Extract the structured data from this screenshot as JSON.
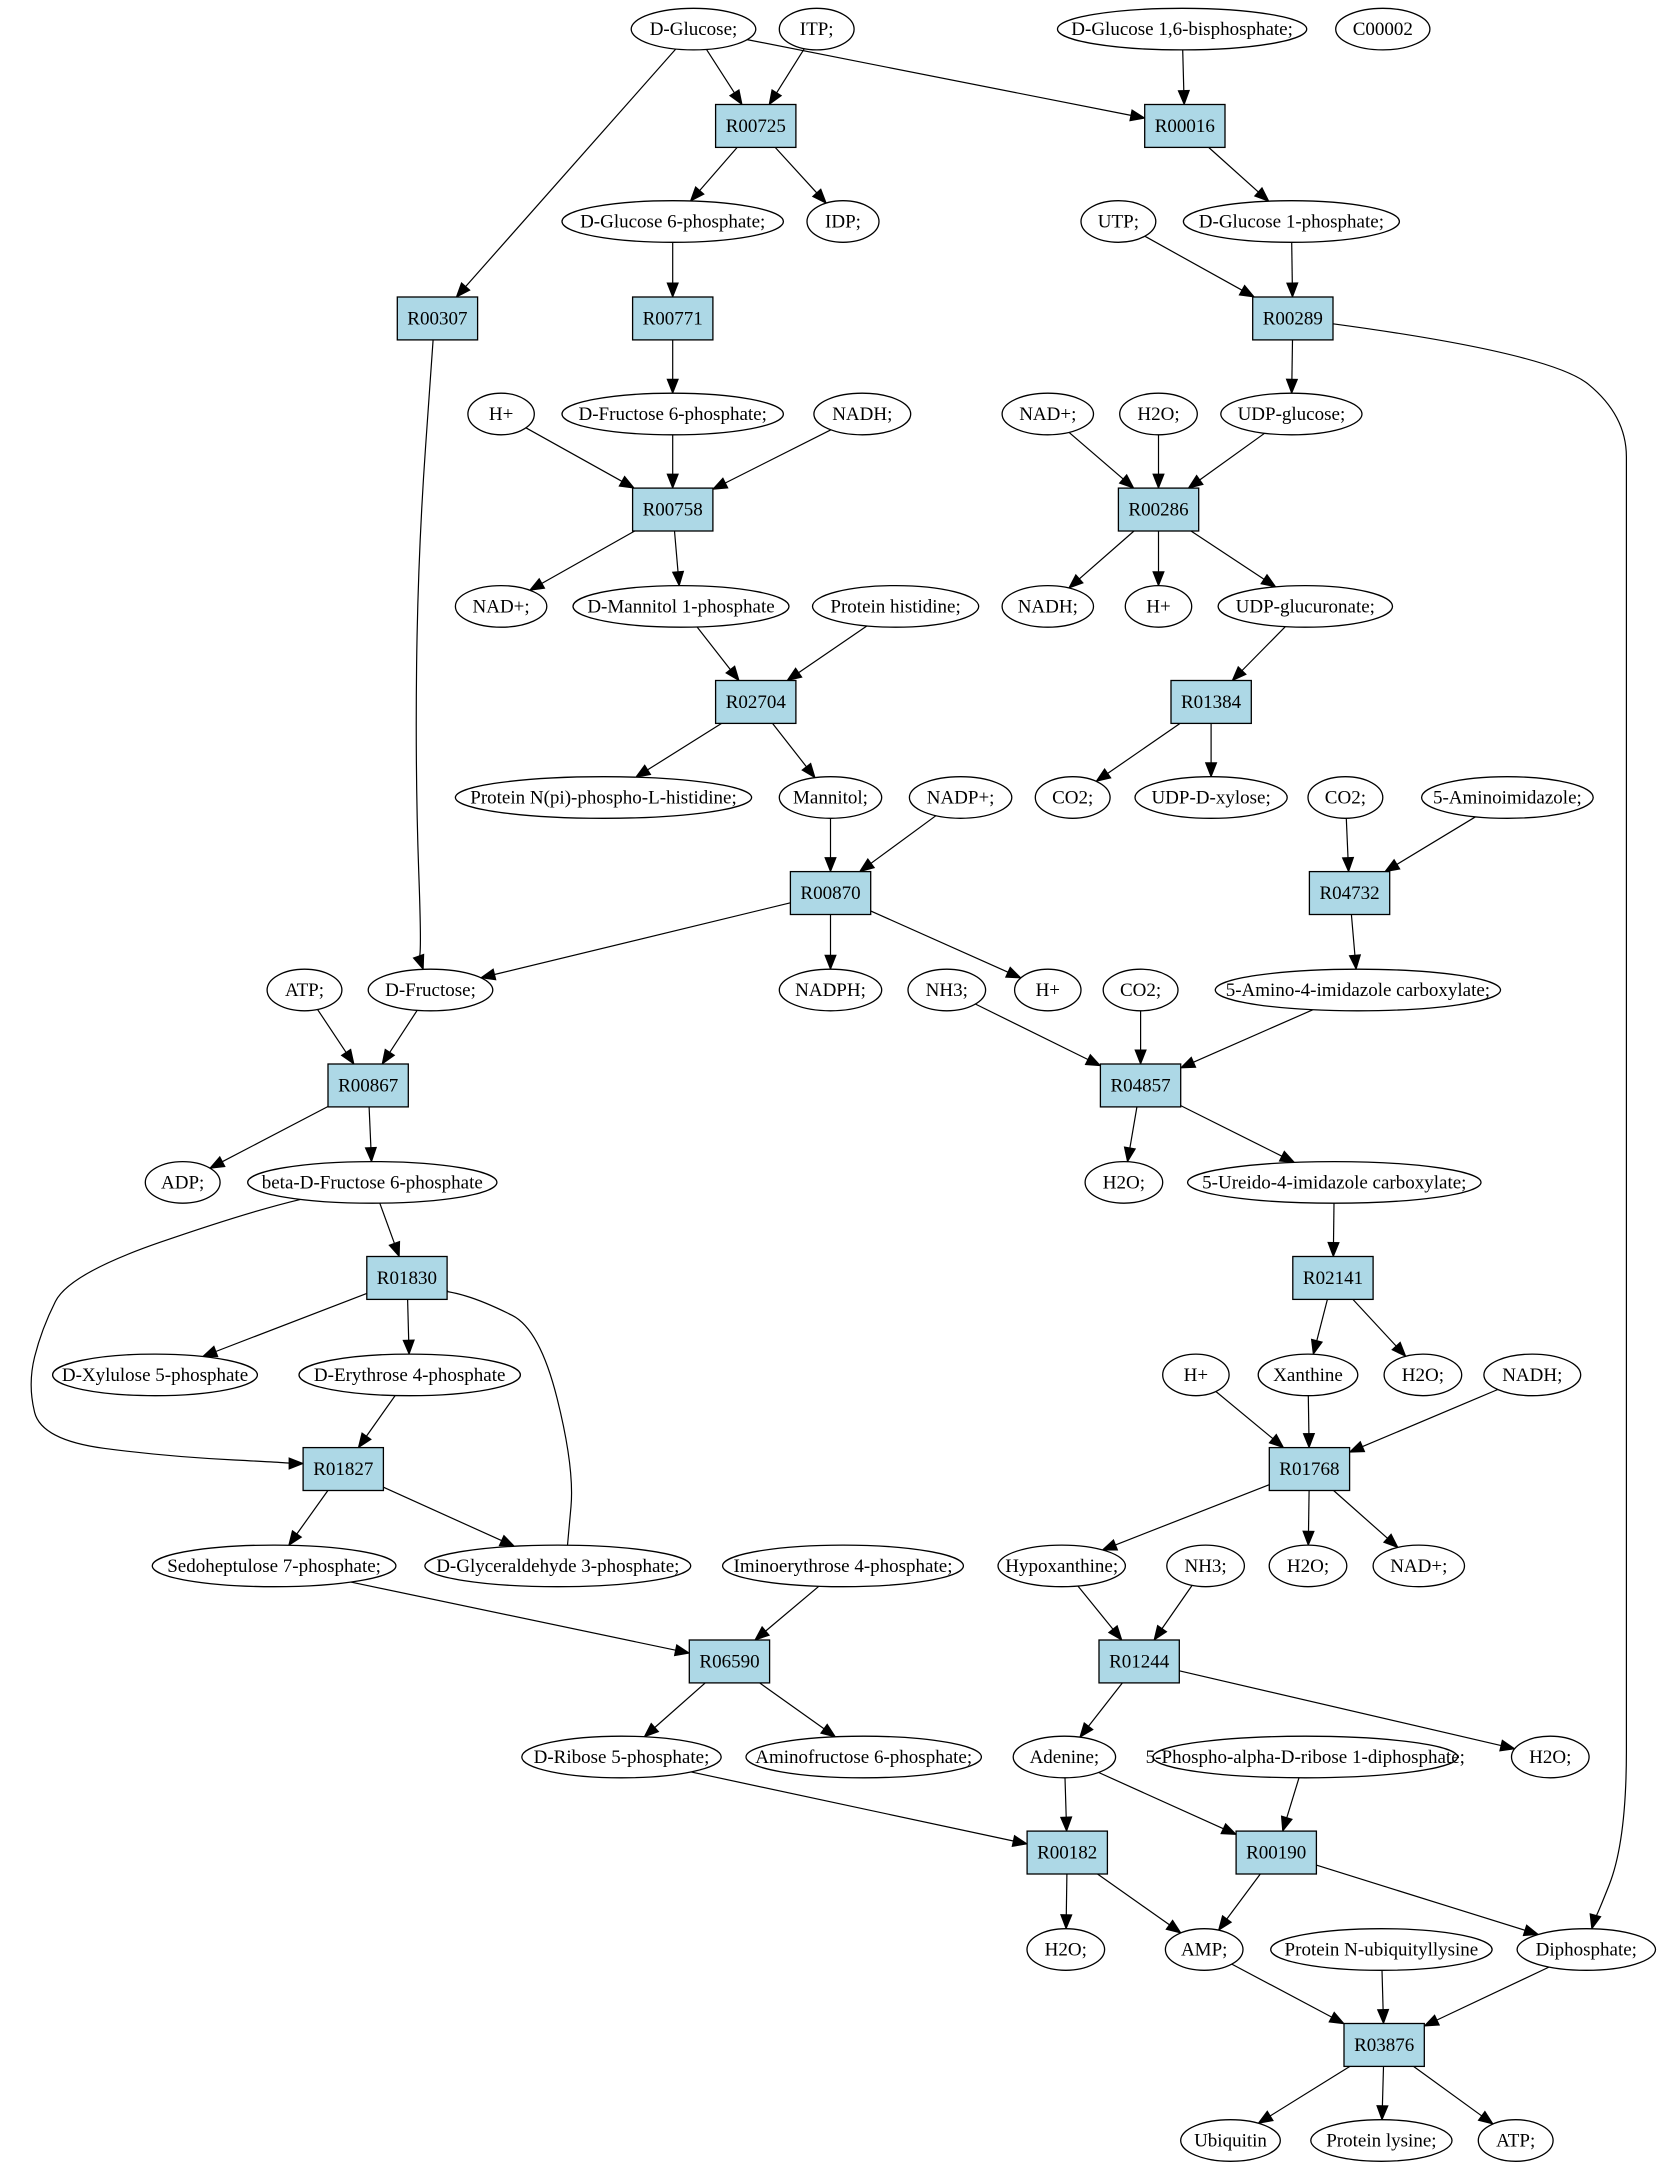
{
  "colors": {
    "reaction_fill": "#add8e6",
    "compound_fill": "#ffffff",
    "start_fill": "#00ee00",
    "target_fill": "#ffff00",
    "stroke": "#000000"
  },
  "nodes": [
    {
      "id": "glc",
      "kind": "compound",
      "label": "D-Glucose;",
      "highlight": "start"
    },
    {
      "id": "itp",
      "kind": "compound",
      "label": "ITP;"
    },
    {
      "id": "g16bp",
      "kind": "compound",
      "label": "D-Glucose 1,6-bisphosphate;"
    },
    {
      "id": "c2",
      "kind": "compound",
      "label": "C00002",
      "highlight": "target"
    },
    {
      "id": "R00725",
      "kind": "reaction",
      "label": "R00725"
    },
    {
      "id": "R00016",
      "kind": "reaction",
      "label": "R00016"
    },
    {
      "id": "g6p",
      "kind": "compound",
      "label": "D-Glucose 6-phosphate;"
    },
    {
      "id": "idp",
      "kind": "compound",
      "label": "IDP;"
    },
    {
      "id": "utp",
      "kind": "compound",
      "label": "UTP;"
    },
    {
      "id": "g1p",
      "kind": "compound",
      "label": "D-Glucose 1-phosphate;"
    },
    {
      "id": "R00307",
      "kind": "reaction",
      "label": "R00307"
    },
    {
      "id": "R00771",
      "kind": "reaction",
      "label": "R00771"
    },
    {
      "id": "R00289",
      "kind": "reaction",
      "label": "R00289"
    },
    {
      "id": "hp1",
      "kind": "compound",
      "label": "H+"
    },
    {
      "id": "f6p",
      "kind": "compound",
      "label": "D-Fructose 6-phosphate;"
    },
    {
      "id": "nadh1",
      "kind": "compound",
      "label": "NADH;"
    },
    {
      "id": "nadp_r",
      "kind": "compound",
      "label": "NAD+;"
    },
    {
      "id": "h2o_r1",
      "kind": "compound",
      "label": "H2O;"
    },
    {
      "id": "udpglc",
      "kind": "compound",
      "label": "UDP-glucose;"
    },
    {
      "id": "R00758",
      "kind": "reaction",
      "label": "R00758"
    },
    {
      "id": "R00286",
      "kind": "reaction",
      "label": "R00286"
    },
    {
      "id": "nad_l",
      "kind": "compound",
      "label": "NAD+;"
    },
    {
      "id": "m1p",
      "kind": "compound",
      "label": "D-Mannitol 1-phosphate"
    },
    {
      "id": "phis",
      "kind": "compound",
      "label": "Protein histidine;"
    },
    {
      "id": "nadh_r",
      "kind": "compound",
      "label": "NADH;"
    },
    {
      "id": "hp_r1",
      "kind": "compound",
      "label": "H+"
    },
    {
      "id": "udpglcA",
      "kind": "compound",
      "label": "UDP-glucuronate;"
    },
    {
      "id": "R02704",
      "kind": "reaction",
      "label": "R02704"
    },
    {
      "id": "R01384",
      "kind": "reaction",
      "label": "R01384"
    },
    {
      "id": "pnhis",
      "kind": "compound",
      "label": "Protein N(pi)-phospho-L-histidine;"
    },
    {
      "id": "mannitol",
      "kind": "compound",
      "label": "Mannitol;"
    },
    {
      "id": "nadpplus",
      "kind": "compound",
      "label": "NADP+;"
    },
    {
      "id": "co2_a",
      "kind": "compound",
      "label": "CO2;"
    },
    {
      "id": "udpxyl",
      "kind": "compound",
      "label": "UDP-D-xylose;"
    },
    {
      "id": "co2_b",
      "kind": "compound",
      "label": "CO2;"
    },
    {
      "id": "aimid",
      "kind": "compound",
      "label": "5-Aminoimidazole;"
    },
    {
      "id": "R00870",
      "kind": "reaction",
      "label": "R00870"
    },
    {
      "id": "R04732",
      "kind": "reaction",
      "label": "R04732"
    },
    {
      "id": "atp1",
      "kind": "compound",
      "label": "ATP;"
    },
    {
      "id": "fru",
      "kind": "compound",
      "label": "D-Fructose;"
    },
    {
      "id": "nadph",
      "kind": "compound",
      "label": "NADPH;"
    },
    {
      "id": "nh3_a",
      "kind": "compound",
      "label": "NH3;"
    },
    {
      "id": "hp_m",
      "kind": "compound",
      "label": "H+"
    },
    {
      "id": "co2_c",
      "kind": "compound",
      "label": "CO2;"
    },
    {
      "id": "aic",
      "kind": "compound",
      "label": "5-Amino-4-imidazole carboxylate;"
    },
    {
      "id": "R00867",
      "kind": "reaction",
      "label": "R00867"
    },
    {
      "id": "R04857",
      "kind": "reaction",
      "label": "R04857"
    },
    {
      "id": "adp",
      "kind": "compound",
      "label": "ADP;"
    },
    {
      "id": "bf6p",
      "kind": "compound",
      "label": "beta-D-Fructose 6-phosphate"
    },
    {
      "id": "h2o_b",
      "kind": "compound",
      "label": "H2O;"
    },
    {
      "id": "uic",
      "kind": "compound",
      "label": "5-Ureido-4-imidazole carboxylate;"
    },
    {
      "id": "R01830",
      "kind": "reaction",
      "label": "R01830"
    },
    {
      "id": "R02141",
      "kind": "reaction",
      "label": "R02141"
    },
    {
      "id": "xu5p",
      "kind": "compound",
      "label": "D-Xylulose 5-phosphate"
    },
    {
      "id": "e4p",
      "kind": "compound",
      "label": "D-Erythrose 4-phosphate"
    },
    {
      "id": "hp_x",
      "kind": "compound",
      "label": "H+"
    },
    {
      "id": "xan",
      "kind": "compound",
      "label": "Xanthine"
    },
    {
      "id": "h2o_x",
      "kind": "compound",
      "label": "H2O;"
    },
    {
      "id": "nadh_x",
      "kind": "compound",
      "label": "NADH;"
    },
    {
      "id": "R01827",
      "kind": "reaction",
      "label": "R01827"
    },
    {
      "id": "R01768",
      "kind": "reaction",
      "label": "R01768"
    },
    {
      "id": "s7p",
      "kind": "compound",
      "label": "Sedoheptulose 7-phosphate;"
    },
    {
      "id": "gap",
      "kind": "compound",
      "label": "D-Glyceraldehyde 3-phosphate;"
    },
    {
      "id": "ie4p",
      "kind": "compound",
      "label": "Iminoerythrose 4-phosphate;"
    },
    {
      "id": "hyp",
      "kind": "compound",
      "label": "Hypoxanthine;"
    },
    {
      "id": "nh3_b",
      "kind": "compound",
      "label": "NH3;"
    },
    {
      "id": "h2o_h",
      "kind": "compound",
      "label": "H2O;"
    },
    {
      "id": "nad_h",
      "kind": "compound",
      "label": "NAD+;"
    },
    {
      "id": "R06590",
      "kind": "reaction",
      "label": "R06590"
    },
    {
      "id": "R01244",
      "kind": "reaction",
      "label": "R01244"
    },
    {
      "id": "r5p",
      "kind": "compound",
      "label": "D-Ribose 5-phosphate;"
    },
    {
      "id": "af6p",
      "kind": "compound",
      "label": "Aminofructose 6-phosphate;"
    },
    {
      "id": "ade",
      "kind": "compound",
      "label": "Adenine;"
    },
    {
      "id": "prpp",
      "kind": "compound",
      "label": "5-Phospho-alpha-D-ribose 1-diphosphate;"
    },
    {
      "id": "h2o_a2",
      "kind": "compound",
      "label": "H2O;"
    },
    {
      "id": "R00182",
      "kind": "reaction",
      "label": "R00182"
    },
    {
      "id": "R00190",
      "kind": "reaction",
      "label": "R00190"
    },
    {
      "id": "h2o_c",
      "kind": "compound",
      "label": "H2O;"
    },
    {
      "id": "amp",
      "kind": "compound",
      "label": "AMP;"
    },
    {
      "id": "pnub",
      "kind": "compound",
      "label": "Protein N-ubiquityllysine"
    },
    {
      "id": "ppi",
      "kind": "compound",
      "label": "Diphosphate;"
    },
    {
      "id": "R03876",
      "kind": "reaction",
      "label": "R03876"
    },
    {
      "id": "ubq",
      "kind": "compound",
      "label": "Ubiquitin"
    },
    {
      "id": "plys",
      "kind": "compound",
      "label": "Protein lysine;"
    },
    {
      "id": "atp2",
      "kind": "compound",
      "label": "ATP;"
    }
  ],
  "edges": [
    [
      "glc",
      "R00725"
    ],
    [
      "itp",
      "R00725"
    ],
    [
      "glc",
      "R00016"
    ],
    [
      "g16bp",
      "R00016"
    ],
    [
      "R00725",
      "g6p"
    ],
    [
      "R00725",
      "idp"
    ],
    [
      "R00016",
      "g1p"
    ],
    [
      "glc",
      "R00307"
    ],
    [
      "g6p",
      "R00771"
    ],
    [
      "utp",
      "R00289"
    ],
    [
      "g1p",
      "R00289"
    ],
    [
      "R00771",
      "f6p"
    ],
    [
      "R00289",
      "udpglc"
    ],
    [
      "R00289",
      "ppi"
    ],
    [
      "hp1",
      "R00758"
    ],
    [
      "f6p",
      "R00758"
    ],
    [
      "nadh1",
      "R00758"
    ],
    [
      "nadp_r",
      "R00286"
    ],
    [
      "h2o_r1",
      "R00286"
    ],
    [
      "udpglc",
      "R00286"
    ],
    [
      "R00758",
      "nad_l"
    ],
    [
      "R00758",
      "m1p"
    ],
    [
      "R00286",
      "nadh_r"
    ],
    [
      "R00286",
      "hp_r1"
    ],
    [
      "R00286",
      "udpglcA"
    ],
    [
      "m1p",
      "R02704"
    ],
    [
      "phis",
      "R02704"
    ],
    [
      "udpglcA",
      "R01384"
    ],
    [
      "R02704",
      "pnhis"
    ],
    [
      "R02704",
      "mannitol"
    ],
    [
      "R01384",
      "co2_a"
    ],
    [
      "R01384",
      "udpxyl"
    ],
    [
      "mannitol",
      "R00870"
    ],
    [
      "nadpplus",
      "R00870"
    ],
    [
      "co2_b",
      "R04732"
    ],
    [
      "aimid",
      "R04732"
    ],
    [
      "R00307",
      "fru"
    ],
    [
      "R00870",
      "fru"
    ],
    [
      "R00870",
      "nadph"
    ],
    [
      "R00870",
      "hp_m"
    ],
    [
      "R04732",
      "aic"
    ],
    [
      "atp1",
      "R00867"
    ],
    [
      "fru",
      "R00867"
    ],
    [
      "nh3_a",
      "R04857"
    ],
    [
      "co2_c",
      "R04857"
    ],
    [
      "aic",
      "R04857"
    ],
    [
      "R00867",
      "adp"
    ],
    [
      "R00867",
      "bf6p"
    ],
    [
      "R04857",
      "h2o_b"
    ],
    [
      "R04857",
      "uic"
    ],
    [
      "bf6p",
      "R01830"
    ],
    [
      "bf6p",
      "R01827"
    ],
    [
      "uic",
      "R02141"
    ],
    [
      "R01830",
      "xu5p"
    ],
    [
      "R01830",
      "e4p"
    ],
    [
      "R02141",
      "xan"
    ],
    [
      "R02141",
      "h2o_x"
    ],
    [
      "e4p",
      "R01827"
    ],
    [
      "gap",
      "R01830"
    ],
    [
      "hp_x",
      "R01768"
    ],
    [
      "xan",
      "R01768"
    ],
    [
      "nadh_x",
      "R01768"
    ],
    [
      "R01827",
      "s7p"
    ],
    [
      "R01827",
      "gap"
    ],
    [
      "R01768",
      "hyp"
    ],
    [
      "R01768",
      "h2o_h"
    ],
    [
      "R01768",
      "nad_h"
    ],
    [
      "s7p",
      "R06590"
    ],
    [
      "ie4p",
      "R06590"
    ],
    [
      "hyp",
      "R01244"
    ],
    [
      "nh3_b",
      "R01244"
    ],
    [
      "R06590",
      "r5p"
    ],
    [
      "R06590",
      "af6p"
    ],
    [
      "R01244",
      "ade"
    ],
    [
      "R01244",
      "h2o_a2"
    ],
    [
      "r5p",
      "R00182"
    ],
    [
      "ade",
      "R00182"
    ],
    [
      "ade",
      "R00190"
    ],
    [
      "prpp",
      "R00190"
    ],
    [
      "R00182",
      "h2o_c"
    ],
    [
      "R00182",
      "amp"
    ],
    [
      "R00190",
      "amp"
    ],
    [
      "R00190",
      "ppi"
    ],
    [
      "amp",
      "R03876"
    ],
    [
      "pnub",
      "R03876"
    ],
    [
      "ppi",
      "R03876"
    ],
    [
      "R03876",
      "ubq"
    ],
    [
      "R03876",
      "plys"
    ],
    [
      "R03876",
      "atp2"
    ]
  ]
}
